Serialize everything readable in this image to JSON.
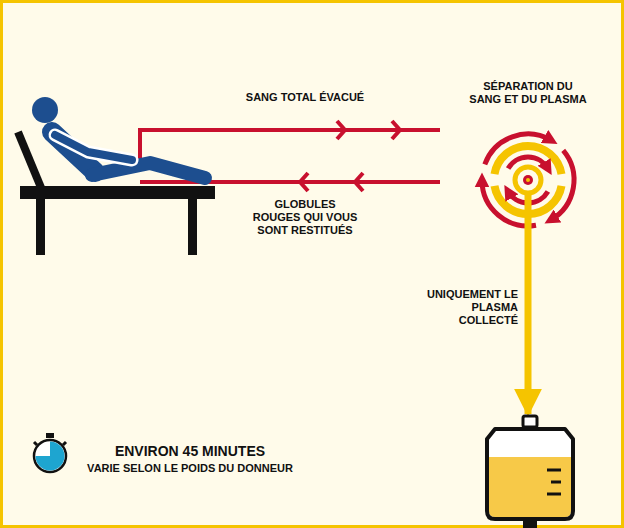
{
  "diagram": {
    "nodes": [
      {
        "text": []
      },
      {
        "text": [
          "SÉPARATION DU SANG ET DU PLASMA"
        ]
      },
      {
        "text": []
      }
    ],
    "edges": [
      {
        "from": 0,
        "to": 1,
        "arrow": "to",
        "label": "SANG TOTAL ÉVACUÉ"
      },
      {
        "from": 1,
        "to": 0,
        "arrow": "to",
        "label": "GLOBULES ROUGES QUI VOUS SONT RESTITUÉS"
      },
      {
        "from": 1,
        "to": 2,
        "arrow": "to",
        "label": "UNIQUEMENT LE PLASMA COLLECTÉ"
      }
    ],
    "labels": [
      "ENVIRON 45 MINUTES",
      "VARIE SELON LE POIDS DU DONNEUR"
    ]
  }
}
